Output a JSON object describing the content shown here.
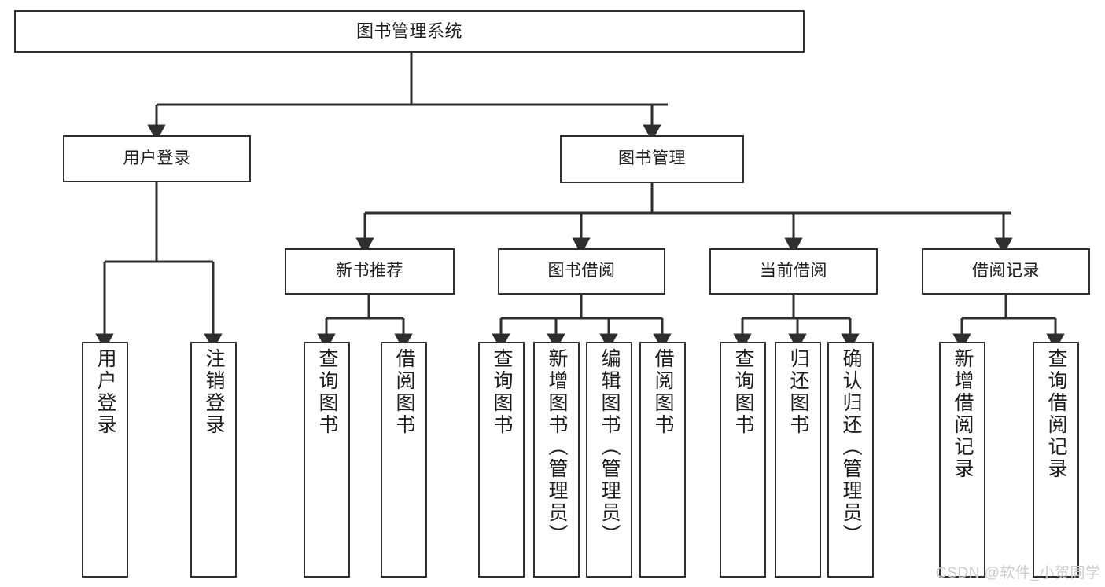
{
  "diagram": {
    "title": "图书管理系统",
    "type": "functional-decomposition-tree",
    "stroke_color": "#2f2f2f",
    "fill_color": "#ffffff",
    "text_color": "#1d1d1d"
  },
  "nodes": {
    "root": {
      "label": "图书管理系统"
    },
    "level2": [
      {
        "id": "user-login",
        "label": "用户登录"
      },
      {
        "id": "book-management",
        "label": "图书管理"
      }
    ],
    "level3": [
      {
        "id": "new-book-recommend",
        "label": "新书推荐"
      },
      {
        "id": "book-borrow",
        "label": "图书借阅"
      },
      {
        "id": "current-borrow",
        "label": "当前借阅"
      },
      {
        "id": "borrow-record",
        "label": "借阅记录"
      }
    ],
    "leaves": {
      "user_login": [
        {
          "id": "leaf-user-login",
          "label": "用户登录"
        },
        {
          "id": "leaf-user-logout",
          "label": "注销登录"
        }
      ],
      "new_book_recommend": [
        {
          "id": "leaf-query-book-1",
          "label": "查询图书"
        },
        {
          "id": "leaf-borrow-book-1",
          "label": "借阅图书"
        }
      ],
      "book_borrow": [
        {
          "id": "leaf-query-book-2",
          "label": "查询图书"
        },
        {
          "id": "leaf-add-book",
          "label": "新增图书（管理员）"
        },
        {
          "id": "leaf-edit-book",
          "label": "编辑图书（管理员）"
        },
        {
          "id": "leaf-borrow-book-2",
          "label": "借阅图书"
        }
      ],
      "current_borrow": [
        {
          "id": "leaf-query-book-3",
          "label": "查询图书"
        },
        {
          "id": "leaf-return-book",
          "label": "归还图书"
        },
        {
          "id": "leaf-confirm-return",
          "label": "确认归还（管理员）"
        }
      ],
      "borrow_record": [
        {
          "id": "leaf-add-record",
          "label": "新增借阅记录"
        },
        {
          "id": "leaf-query-record",
          "label": "查询借阅记录"
        }
      ]
    }
  },
  "watermark": {
    "text": "CSDN @软件_小贺同学",
    "color": "#cccccc"
  }
}
